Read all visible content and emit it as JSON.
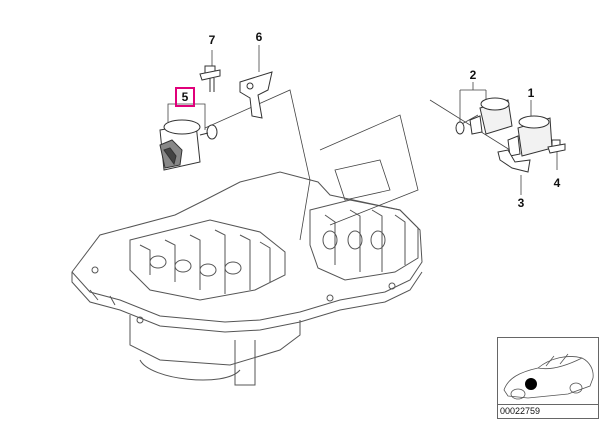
{
  "callouts": {
    "c1": "1",
    "c2": "2",
    "c3": "3",
    "c4": "4",
    "c5": "5",
    "c6": "6",
    "c7": "7"
  },
  "highlight_color": "#e0007a",
  "thumbnail": {
    "code": "00022759",
    "icon": "car-location-icon"
  }
}
